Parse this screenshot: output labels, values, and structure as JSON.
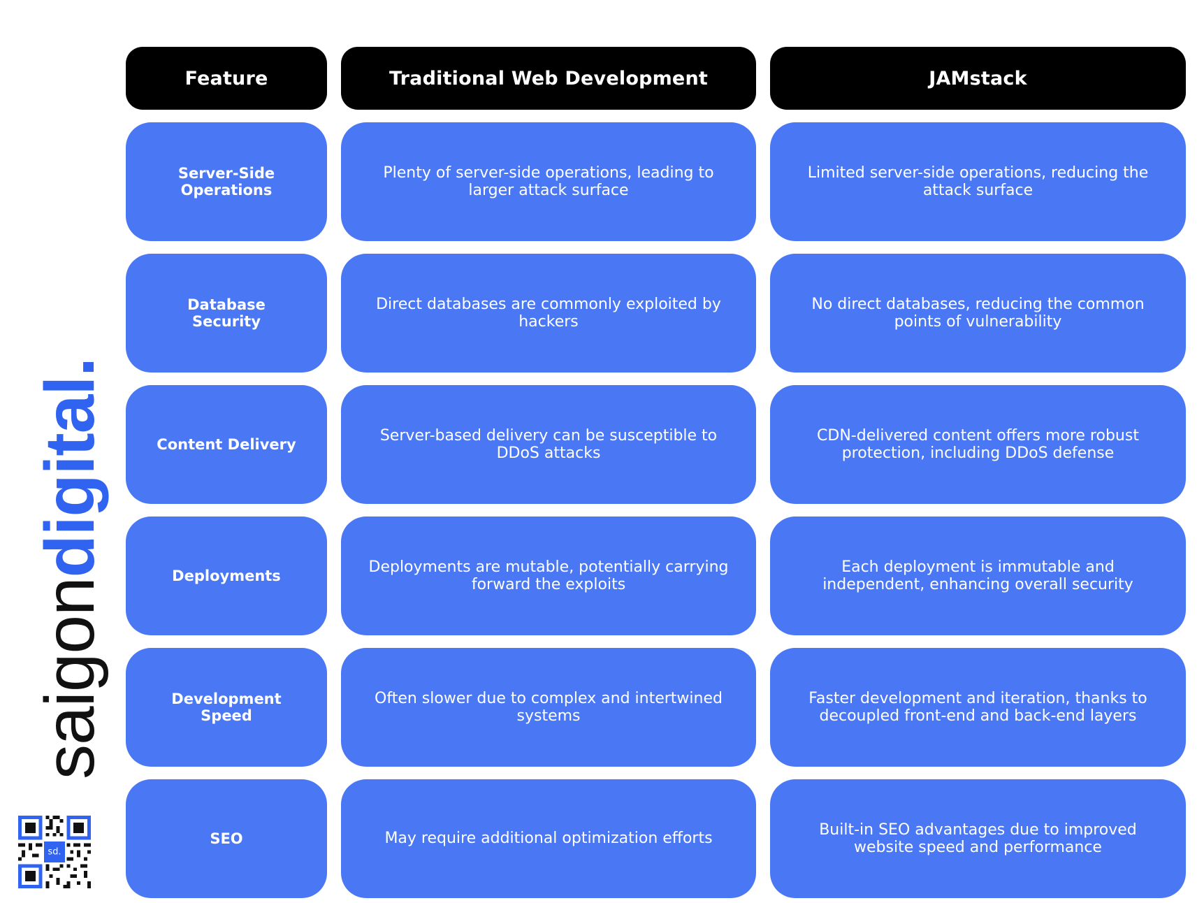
{
  "header": {
    "col_feature": "Feature",
    "col_traditional": "Traditional Web Development",
    "col_jamstack": "JAMstack"
  },
  "rows": [
    {
      "feature": "Server-Side Operations",
      "traditional": "Plenty of server-side operations, leading to larger attack surface",
      "jamstack": "Limited server-side operations, reducing the attack surface"
    },
    {
      "feature": "Database Security",
      "traditional": "Direct databases are commonly exploited by hackers",
      "jamstack": "No direct databases, reducing the common points of vulnerability"
    },
    {
      "feature": "Content Delivery",
      "traditional": "Server-based delivery can be susceptible to DDoS attacks",
      "jamstack": "CDN-delivered content offers more robust protection, including DDoS defense"
    },
    {
      "feature": "Deployments",
      "traditional": "Deployments are mutable, potentially carrying forward the exploits",
      "jamstack": "Each deployment is immutable and independent, enhancing overall security"
    },
    {
      "feature": "Development Speed",
      "traditional": "Often slower due to complex and intertwined systems",
      "jamstack": "Faster development and iteration, thanks to decoupled front-end and back-end layers"
    },
    {
      "feature": "SEO",
      "traditional": "May require additional optimization efforts",
      "jamstack": "Built-in SEO advantages due to improved website speed and performance"
    }
  ],
  "brand": {
    "name_part1": "saigon",
    "name_part2": "digital.",
    "qr_badge": "sd."
  },
  "colors": {
    "header_bg": "#000000",
    "cell_bg": "#4a78f4",
    "brand_accent": "#2f63f0",
    "text_light": "#ffffff"
  }
}
